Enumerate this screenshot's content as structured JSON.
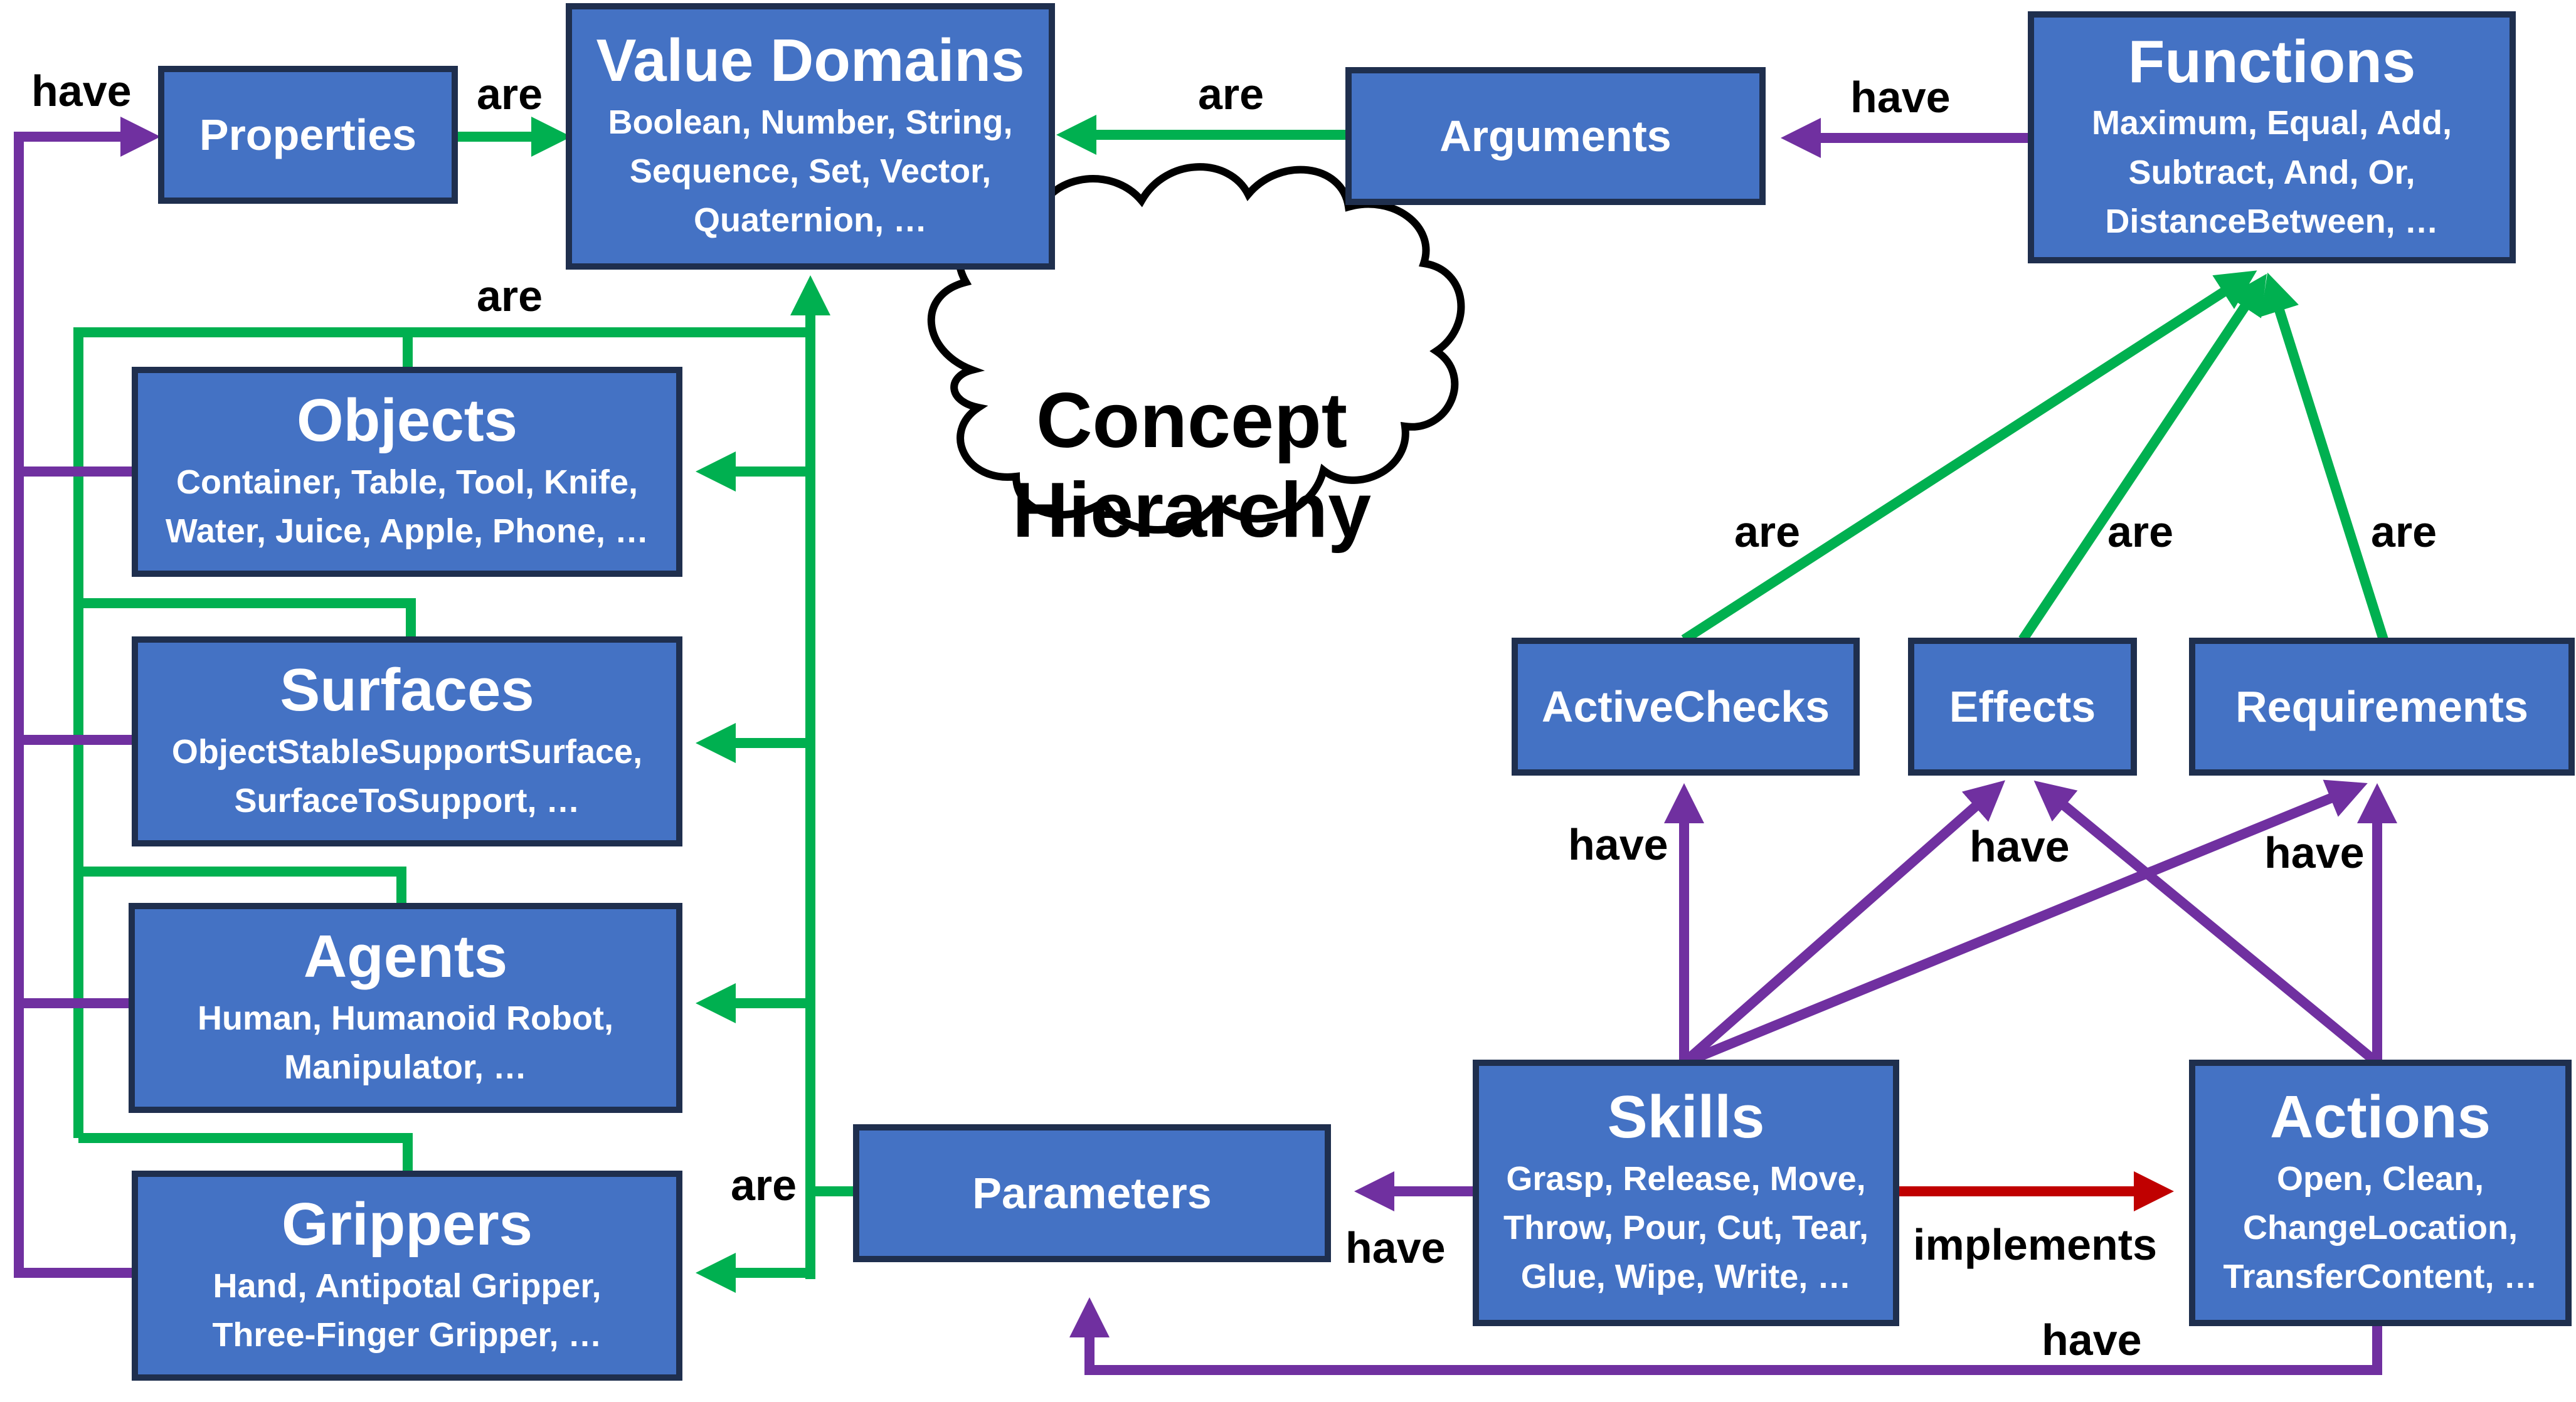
{
  "cloud": {
    "line1": "Concept",
    "line2": "Hierarchy"
  },
  "colors": {
    "is_a": "#00B050",
    "has": "#7030A0",
    "implements": "#C00000",
    "box_fill": "#4472C4",
    "box_border": "#1F2F4E"
  },
  "nodes": {
    "properties": {
      "title": "Properties"
    },
    "value_domains": {
      "title": "Value Domains",
      "line1": "Boolean, Number, String,",
      "line2": "Sequence, Set, Vector,",
      "line3": "Quaternion, …"
    },
    "arguments": {
      "title": "Arguments"
    },
    "functions": {
      "title": "Functions",
      "line1": "Maximum, Equal, Add,",
      "line2": "Subtract, And, Or,",
      "line3": "DistanceBetween, …"
    },
    "objects": {
      "title": "Objects",
      "line1": "Container, Table, Tool, Knife,",
      "line2": "Water, Juice, Apple, Phone, …"
    },
    "surfaces": {
      "title": "Surfaces",
      "line1": "ObjectStableSupportSurface,",
      "line2": "SurfaceToSupport, …"
    },
    "agents": {
      "title": "Agents",
      "line1": "Human, Humanoid Robot,",
      "line2": "Manipulator, …"
    },
    "grippers": {
      "title": "Grippers",
      "line1": "Hand, Antipotal Gripper,",
      "line2": "Three-Finger Gripper, …"
    },
    "active_checks": {
      "title": "ActiveChecks"
    },
    "effects": {
      "title": "Effects"
    },
    "requirements": {
      "title": "Requirements"
    },
    "parameters": {
      "title": "Parameters"
    },
    "skills": {
      "title": "Skills",
      "line1": "Grasp, Release, Move,",
      "line2": "Throw, Pour, Cut, Tear,",
      "line3": "Glue, Wipe, Write, …"
    },
    "actions": {
      "title": "Actions",
      "line1": "Open, Clean,",
      "line2": "ChangeLocation,",
      "line3": "TransferContent, …"
    }
  },
  "edge_labels": {
    "props_have": "have",
    "props_are": "are",
    "args_are": "are",
    "funcs_have": "have",
    "left_are": "are",
    "checks_are": "are",
    "effects_are": "are",
    "reqs_are": "are",
    "skills_have_checks": "have",
    "have_mid": "have",
    "have_right": "have",
    "params_are": "are",
    "skills_have_params": "have",
    "implements": "implements",
    "actions_have_params": "have"
  }
}
